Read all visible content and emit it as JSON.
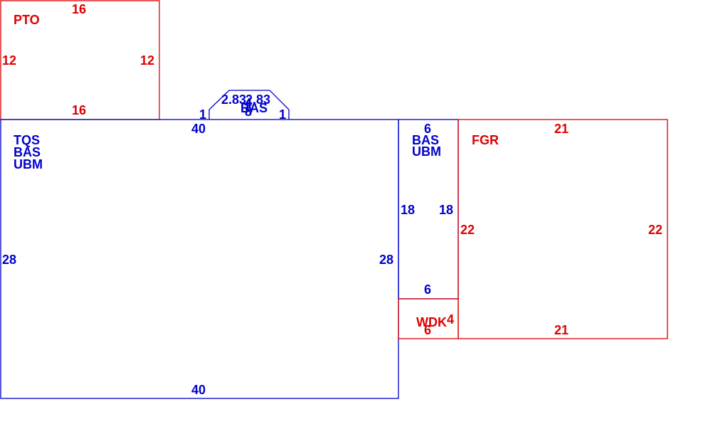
{
  "colors": {
    "living_area": "#0000cc",
    "other_area": "#dd0000",
    "background": "#ffffff"
  },
  "areas": {
    "pto": {
      "code": "PTO",
      "dims": {
        "top": "16",
        "bottom": "16",
        "left": "12",
        "right": "12"
      }
    },
    "bay": {
      "code": "BAS",
      "dims": {
        "diag_left": "2.83",
        "diag_right": "2.83",
        "front": "4",
        "depth": "8",
        "side_left": "1",
        "side_right": "1"
      }
    },
    "main": {
      "codes": [
        "TQS",
        "BAS",
        "UBM"
      ],
      "dims": {
        "top": "40",
        "bottom": "40",
        "left": "28",
        "right": "28"
      }
    },
    "addition": {
      "codes": [
        "BAS",
        "UBM"
      ],
      "dims": {
        "top": "6",
        "bottom": "6",
        "left": "18",
        "right": "18"
      }
    },
    "wdk": {
      "code": "WDK",
      "dims": {
        "bottom": "6",
        "right": "4"
      }
    },
    "fgr": {
      "code": "FGR",
      "dims": {
        "top": "21",
        "bottom": "21",
        "left": "22",
        "right": "22"
      }
    }
  }
}
